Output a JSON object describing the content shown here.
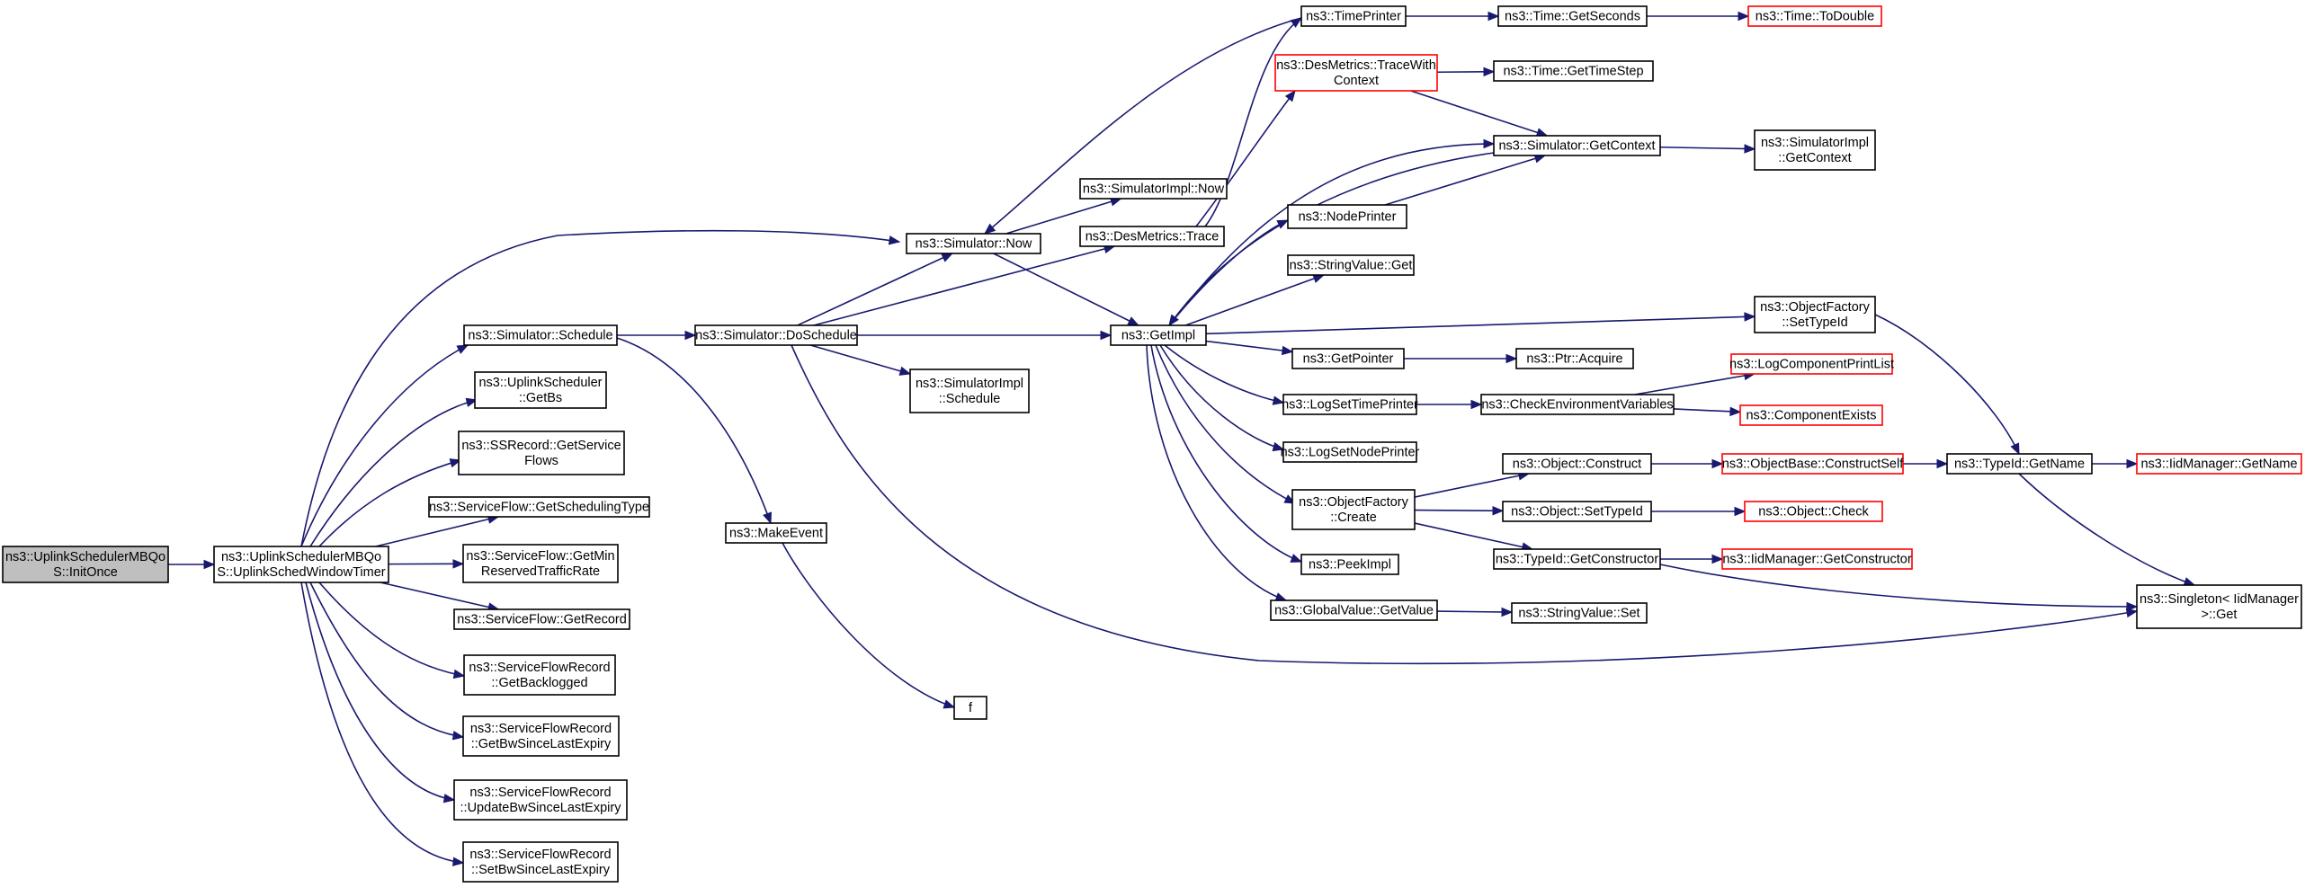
{
  "edge_color": "#191970",
  "node_border_color": "#000000",
  "truncated_node_border_color": "#ff0000",
  "root_fill_color": "#bfbfbf",
  "nodes": [
    {
      "id": "initonce",
      "lines": [
        "ns3::UplinkSchedulerMBQo",
        "S::InitOnce"
      ],
      "style": "root"
    },
    {
      "id": "uplinkschedwindowtimer",
      "lines": [
        "ns3::UplinkSchedulerMBQo",
        "S::UplinkSchedWindowTimer"
      ],
      "style": "normal"
    },
    {
      "id": "simulator-schedule",
      "lines": [
        "ns3::Simulator::Schedule"
      ],
      "style": "normal"
    },
    {
      "id": "uplinkscheduler-getbs",
      "lines": [
        "ns3::UplinkScheduler",
        "::GetBs"
      ],
      "style": "normal"
    },
    {
      "id": "ssrecord-getserviceflows",
      "lines": [
        "ns3::SSRecord::GetService",
        "Flows"
      ],
      "style": "normal"
    },
    {
      "id": "serviceflow-getschedulingtype",
      "lines": [
        "ns3::ServiceFlow::GetSchedulingType"
      ],
      "style": "normal"
    },
    {
      "id": "serviceflow-getminreservedtrafficrate",
      "lines": [
        "ns3::ServiceFlow::GetMin",
        "ReservedTrafficRate"
      ],
      "style": "normal"
    },
    {
      "id": "serviceflow-getrecord",
      "lines": [
        "ns3::ServiceFlow::GetRecord"
      ],
      "style": "normal"
    },
    {
      "id": "serviceflowrecord-getbacklogged",
      "lines": [
        "ns3::ServiceFlowRecord",
        "::GetBacklogged"
      ],
      "style": "normal"
    },
    {
      "id": "serviceflowrecord-getbwsincelastexpiry",
      "lines": [
        "ns3::ServiceFlowRecord",
        "::GetBwSinceLastExpiry"
      ],
      "style": "normal"
    },
    {
      "id": "serviceflowrecord-updatebwsincelastexpiry",
      "lines": [
        "ns3::ServiceFlowRecord",
        "::UpdateBwSinceLastExpiry"
      ],
      "style": "normal"
    },
    {
      "id": "serviceflowrecord-setbwsincelastexpiry",
      "lines": [
        "ns3::ServiceFlowRecord",
        "::SetBwSinceLastExpiry"
      ],
      "style": "normal"
    },
    {
      "id": "simulator-doschedule",
      "lines": [
        "ns3::Simulator::DoSchedule"
      ],
      "style": "normal"
    },
    {
      "id": "makeevent",
      "lines": [
        "ns3::MakeEvent"
      ],
      "style": "normal"
    },
    {
      "id": "f",
      "lines": [
        "f"
      ],
      "style": "normal"
    },
    {
      "id": "simulator-now",
      "lines": [
        "ns3::Simulator::Now"
      ],
      "style": "normal"
    },
    {
      "id": "simulatorimpl-now",
      "lines": [
        "ns3::SimulatorImpl::Now"
      ],
      "style": "normal"
    },
    {
      "id": "desmetrics-trace",
      "lines": [
        "ns3::DesMetrics::Trace"
      ],
      "style": "normal"
    },
    {
      "id": "simulatorimpl-schedule",
      "lines": [
        "ns3::SimulatorImpl",
        "::Schedule"
      ],
      "style": "normal"
    },
    {
      "id": "getimpl",
      "lines": [
        "ns3::GetImpl"
      ],
      "style": "normal"
    },
    {
      "id": "timeprinter",
      "lines": [
        "ns3::TimePrinter"
      ],
      "style": "normal"
    },
    {
      "id": "desmetrics-tracewithcontext",
      "lines": [
        "ns3::DesMetrics::TraceWith",
        "Context"
      ],
      "style": "red"
    },
    {
      "id": "nodeprinter",
      "lines": [
        "ns3::NodePrinter"
      ],
      "style": "normal"
    },
    {
      "id": "stringvalue-get",
      "lines": [
        "ns3::StringValue::Get"
      ],
      "style": "normal"
    },
    {
      "id": "getpointer",
      "lines": [
        "ns3::GetPointer"
      ],
      "style": "normal"
    },
    {
      "id": "logsettimeprinter",
      "lines": [
        "ns3::LogSetTimePrinter"
      ],
      "style": "normal"
    },
    {
      "id": "logsetnodeprinter",
      "lines": [
        "ns3::LogSetNodePrinter"
      ],
      "style": "normal"
    },
    {
      "id": "objectfactory-create",
      "lines": [
        "ns3::ObjectFactory",
        "::Create"
      ],
      "style": "normal"
    },
    {
      "id": "peekimpl",
      "lines": [
        "ns3::PeekImpl"
      ],
      "style": "normal"
    },
    {
      "id": "globalvalue-getvalue",
      "lines": [
        "ns3::GlobalValue::GetValue"
      ],
      "style": "normal"
    },
    {
      "id": "time-getseconds",
      "lines": [
        "ns3::Time::GetSeconds"
      ],
      "style": "normal"
    },
    {
      "id": "time-todouble",
      "lines": [
        "ns3::Time::ToDouble"
      ],
      "style": "red"
    },
    {
      "id": "time-gettimestep",
      "lines": [
        "ns3::Time::GetTimeStep"
      ],
      "style": "normal"
    },
    {
      "id": "simulator-getcontext",
      "lines": [
        "ns3::Simulator::GetContext"
      ],
      "style": "normal"
    },
    {
      "id": "simulatorimpl-getcontext",
      "lines": [
        "ns3::SimulatorImpl",
        "::GetContext"
      ],
      "style": "normal"
    },
    {
      "id": "objectfactory-settypeid",
      "lines": [
        "ns3::ObjectFactory",
        "::SetTypeId"
      ],
      "style": "normal"
    },
    {
      "id": "ptr-acquire",
      "lines": [
        "ns3::Ptr::Acquire"
      ],
      "style": "normal"
    },
    {
      "id": "checkenvironmentvariables",
      "lines": [
        "ns3::CheckEnvironmentVariables"
      ],
      "style": "normal"
    },
    {
      "id": "logcomponentprintlist",
      "lines": [
        "ns3::LogComponentPrintList"
      ],
      "style": "red"
    },
    {
      "id": "componentexists",
      "lines": [
        "ns3::ComponentExists"
      ],
      "style": "red"
    },
    {
      "id": "object-construct",
      "lines": [
        "ns3::Object::Construct"
      ],
      "style": "normal"
    },
    {
      "id": "objectbase-constructself",
      "lines": [
        "ns3::ObjectBase::ConstructSelf"
      ],
      "style": "red"
    },
    {
      "id": "typeid-getname",
      "lines": [
        "ns3::TypeId::GetName"
      ],
      "style": "normal"
    },
    {
      "id": "iidmanager-getname",
      "lines": [
        "ns3::IidManager::GetName"
      ],
      "style": "red"
    },
    {
      "id": "object-settypeid",
      "lines": [
        "ns3::Object::SetTypeId"
      ],
      "style": "normal"
    },
    {
      "id": "object-check",
      "lines": [
        "ns3::Object::Check"
      ],
      "style": "red"
    },
    {
      "id": "typeid-getconstructor",
      "lines": [
        "ns3::TypeId::GetConstructor"
      ],
      "style": "normal"
    },
    {
      "id": "iidmanager-getconstructor",
      "lines": [
        "ns3::IidManager::GetConstructor"
      ],
      "style": "red"
    },
    {
      "id": "singleton-get",
      "lines": [
        "ns3::Singleton< IidManager",
        " >::Get"
      ],
      "style": "normal"
    },
    {
      "id": "stringvalue-set",
      "lines": [
        "ns3::StringValue::Set"
      ],
      "style": "normal"
    }
  ],
  "edges": [
    [
      "initonce",
      "uplinkschedwindowtimer"
    ],
    [
      "uplinkschedwindowtimer",
      "simulator-now"
    ],
    [
      "uplinkschedwindowtimer",
      "simulator-schedule"
    ],
    [
      "uplinkschedwindowtimer",
      "uplinkscheduler-getbs"
    ],
    [
      "uplinkschedwindowtimer",
      "ssrecord-getserviceflows"
    ],
    [
      "uplinkschedwindowtimer",
      "serviceflow-getschedulingtype"
    ],
    [
      "uplinkschedwindowtimer",
      "serviceflow-getminreservedtrafficrate"
    ],
    [
      "uplinkschedwindowtimer",
      "serviceflow-getrecord"
    ],
    [
      "uplinkschedwindowtimer",
      "serviceflowrecord-getbacklogged"
    ],
    [
      "uplinkschedwindowtimer",
      "serviceflowrecord-getbwsincelastexpiry"
    ],
    [
      "uplinkschedwindowtimer",
      "serviceflowrecord-updatebwsincelastexpiry"
    ],
    [
      "uplinkschedwindowtimer",
      "serviceflowrecord-setbwsincelastexpiry"
    ],
    [
      "simulator-schedule",
      "simulator-doschedule"
    ],
    [
      "simulator-schedule",
      "makeevent"
    ],
    [
      "makeevent",
      "f"
    ],
    [
      "simulator-doschedule",
      "simulator-now"
    ],
    [
      "simulator-doschedule",
      "desmetrics-trace"
    ],
    [
      "simulator-doschedule",
      "simulatorimpl-schedule"
    ],
    [
      "simulator-doschedule",
      "getimpl"
    ],
    [
      "simulator-doschedule",
      "singleton-get"
    ],
    [
      "simulator-now",
      "simulatorimpl-now"
    ],
    [
      "simulator-now",
      "getimpl"
    ],
    [
      "desmetrics-trace",
      "desmetrics-tracewithcontext"
    ],
    [
      "desmetrics-trace",
      "timeprinter"
    ],
    [
      "timeprinter",
      "simulator-now"
    ],
    [
      "timeprinter",
      "time-getseconds"
    ],
    [
      "time-getseconds",
      "time-todouble"
    ],
    [
      "desmetrics-tracewithcontext",
      "time-gettimestep"
    ],
    [
      "desmetrics-tracewithcontext",
      "simulator-getcontext"
    ],
    [
      "getimpl",
      "simulator-getcontext"
    ],
    [
      "getimpl",
      "nodeprinter"
    ],
    [
      "getimpl",
      "stringvalue-get"
    ],
    [
      "getimpl",
      "objectfactory-settypeid"
    ],
    [
      "getimpl",
      "getpointer"
    ],
    [
      "getimpl",
      "logsettimeprinter"
    ],
    [
      "getimpl",
      "logsetnodeprinter"
    ],
    [
      "getimpl",
      "objectfactory-create"
    ],
    [
      "getimpl",
      "peekimpl"
    ],
    [
      "getimpl",
      "globalvalue-getvalue"
    ],
    [
      "simulator-getcontext",
      "getimpl"
    ],
    [
      "simulator-getcontext",
      "simulatorimpl-getcontext"
    ],
    [
      "nodeprinter",
      "simulator-getcontext"
    ],
    [
      "getpointer",
      "ptr-acquire"
    ],
    [
      "logsettimeprinter",
      "checkenvironmentvariables"
    ],
    [
      "checkenvironmentvariables",
      "logcomponentprintlist"
    ],
    [
      "checkenvironmentvariables",
      "componentexists"
    ],
    [
      "objectfactory-create",
      "object-construct"
    ],
    [
      "objectfactory-create",
      "object-settypeid"
    ],
    [
      "objectfactory-create",
      "typeid-getconstructor"
    ],
    [
      "object-construct",
      "objectbase-constructself"
    ],
    [
      "objectbase-constructself",
      "typeid-getname"
    ],
    [
      "typeid-getname",
      "iidmanager-getname"
    ],
    [
      "typeid-getname",
      "singleton-get"
    ],
    [
      "object-settypeid",
      "object-check"
    ],
    [
      "typeid-getconstructor",
      "iidmanager-getconstructor"
    ],
    [
      "typeid-getconstructor",
      "singleton-get"
    ],
    [
      "objectfactory-settypeid",
      "typeid-getname"
    ],
    [
      "globalvalue-getvalue",
      "stringvalue-set"
    ]
  ]
}
